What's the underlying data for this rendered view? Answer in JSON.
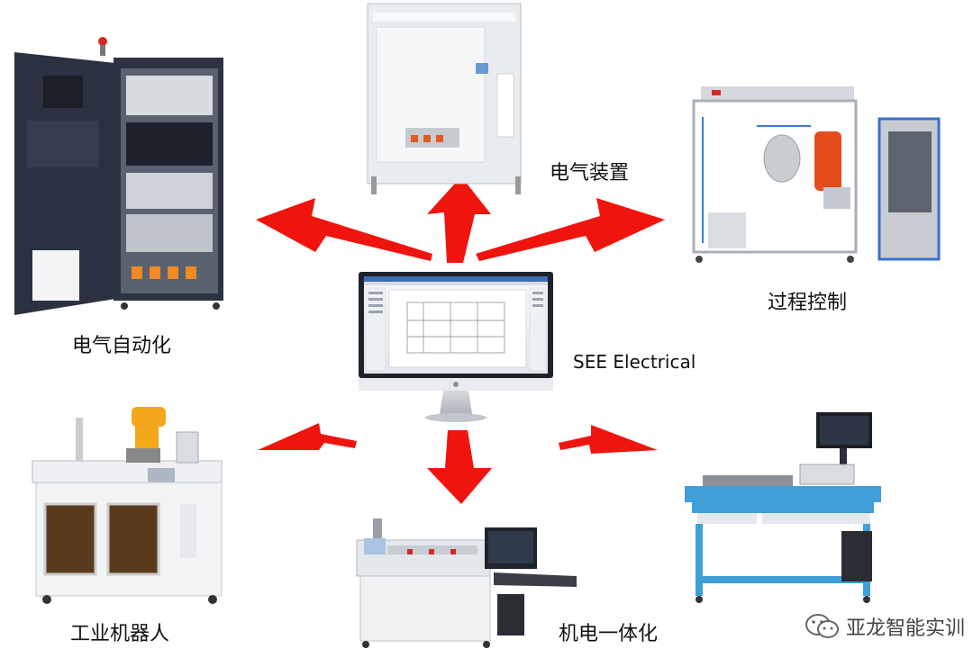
{
  "labels": {
    "center": "SEE Electrical",
    "electric_device": "电气装置",
    "electric_automation": "电气自动化",
    "process_control": "过程控制",
    "industrial_robot": "工业机器人",
    "mechatronics": "机电一体化"
  },
  "watermark": {
    "text": "亚龙智能实训",
    "icon": "wechat-icon"
  },
  "colors": {
    "arrow": "#f0140f",
    "cabinet_dark": "#2b3140",
    "frame_light": "#e9ecef",
    "table_blue": "#3f9fd8",
    "robot_yellow": "#f4a71a"
  }
}
